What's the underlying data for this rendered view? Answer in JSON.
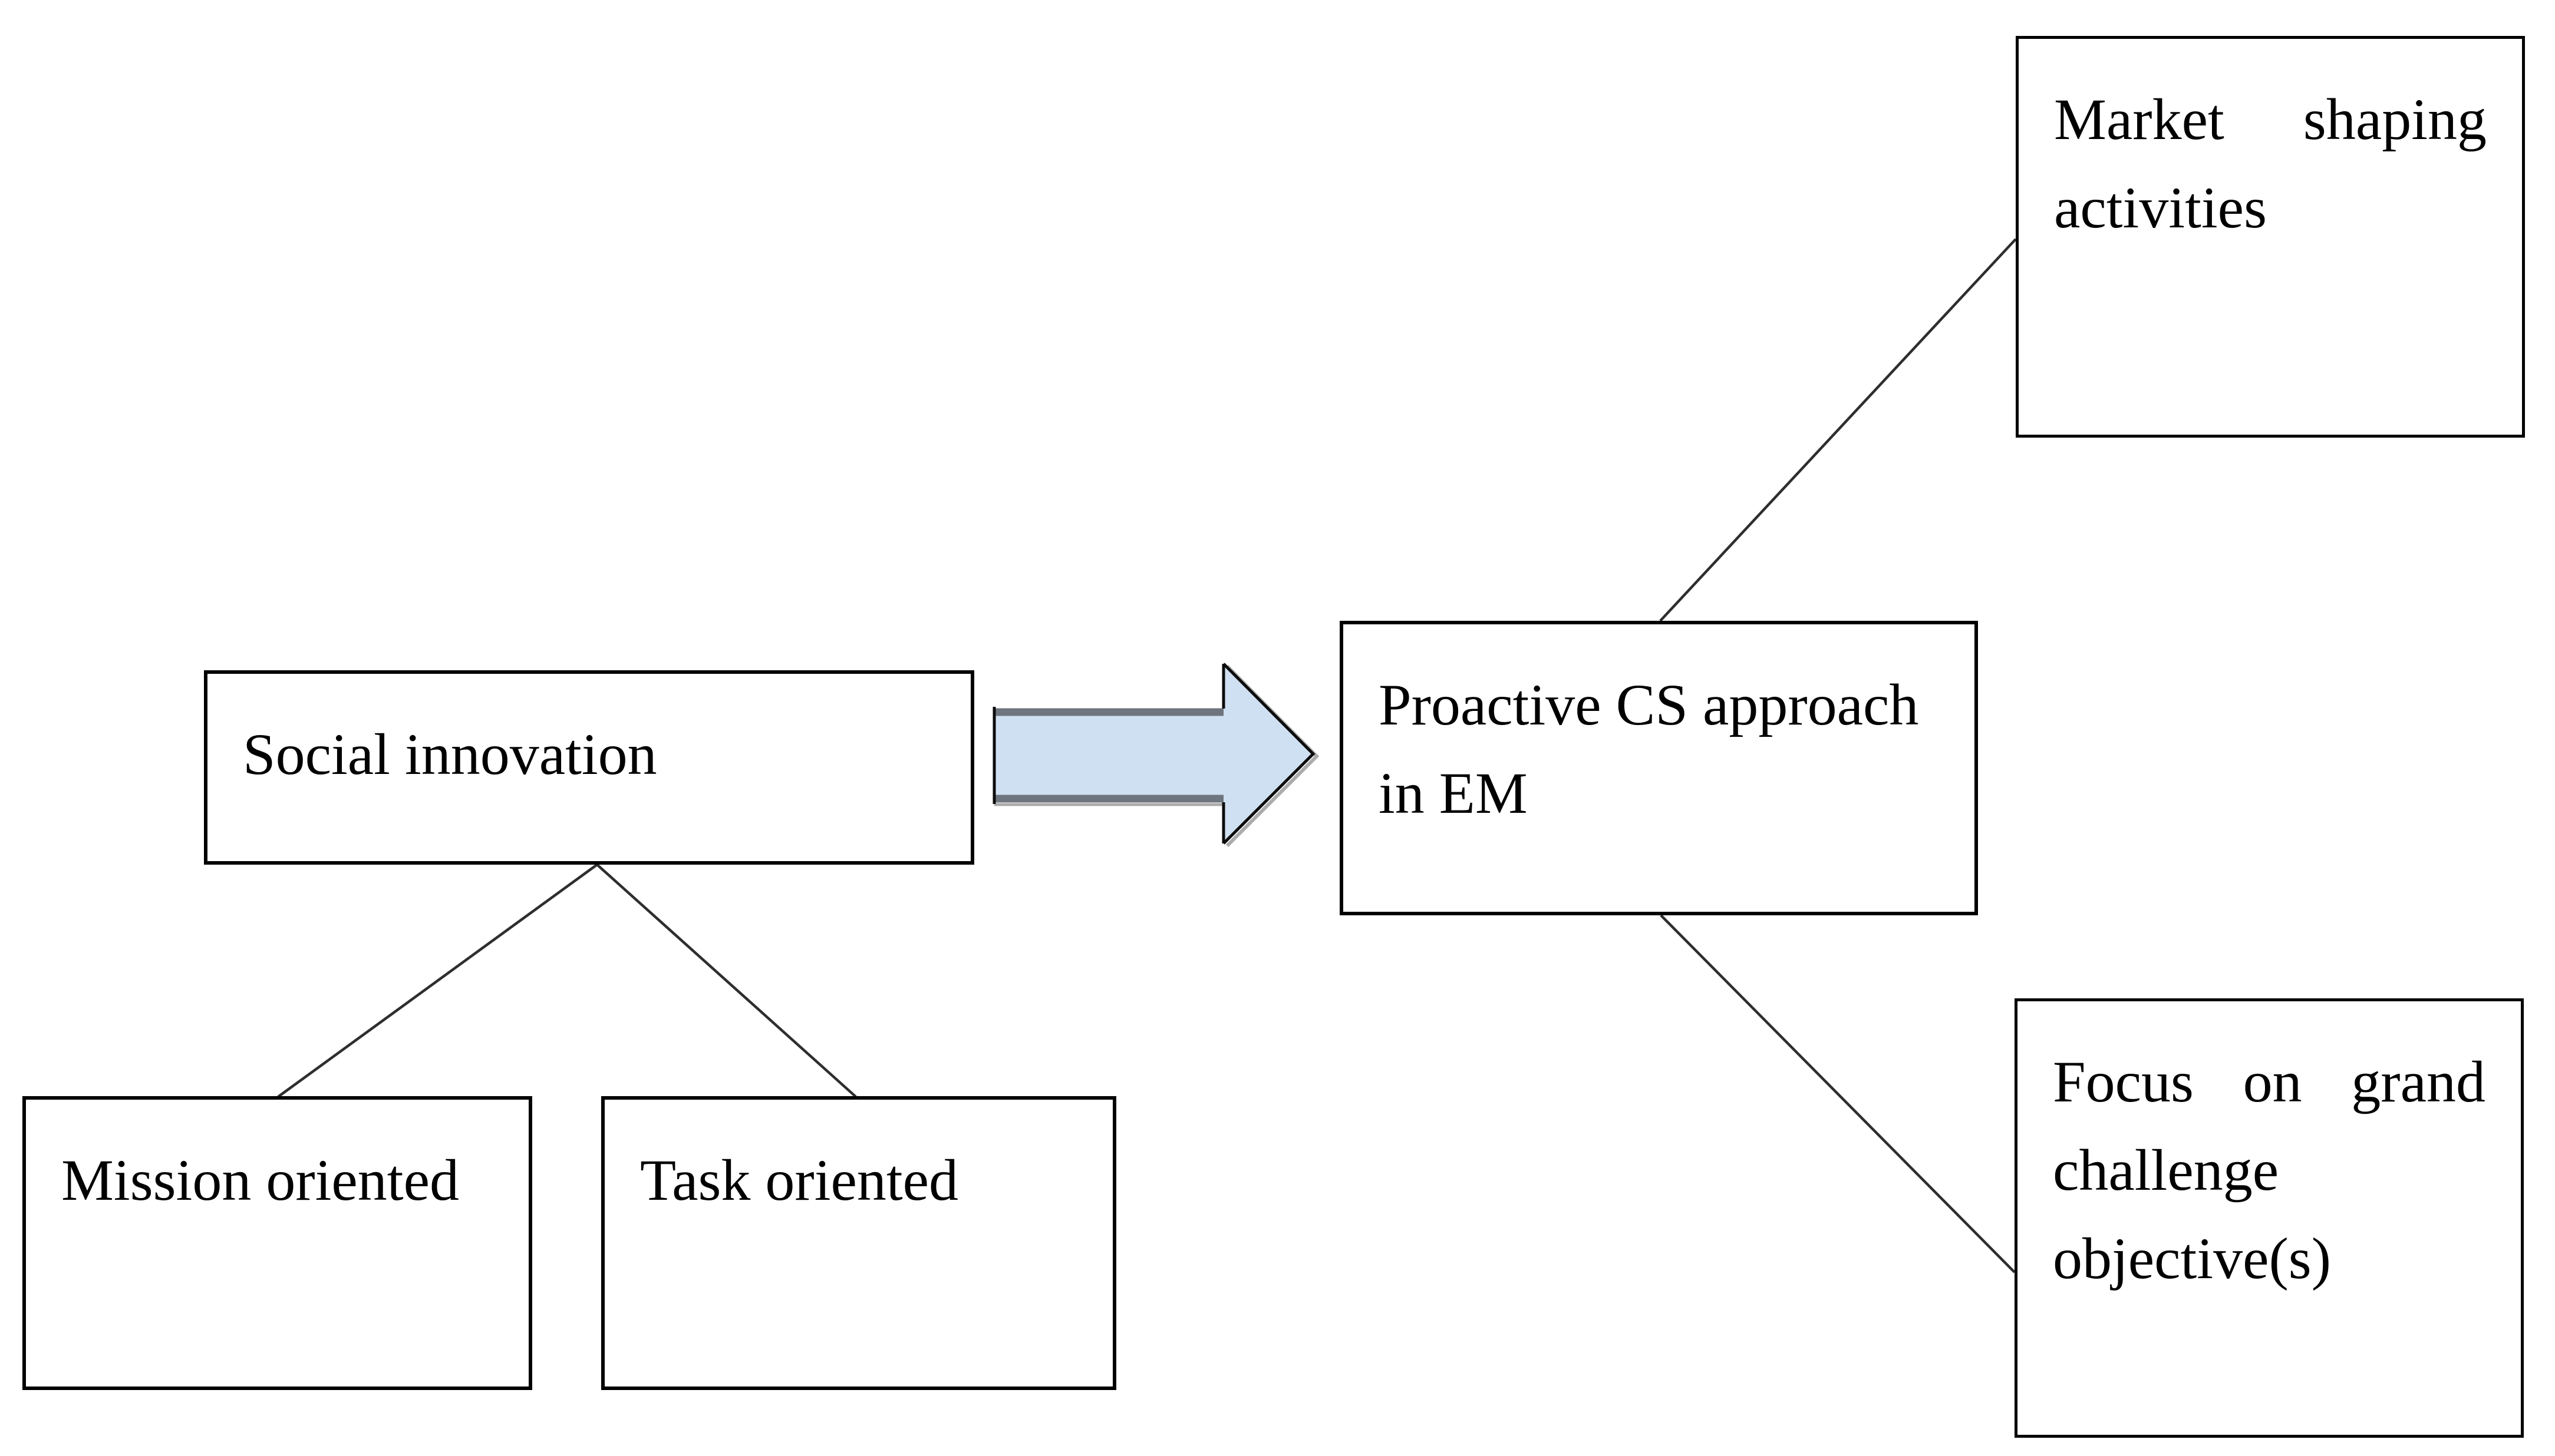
{
  "figure": {
    "background_color": "#ffffff",
    "border_color": "#000000",
    "text_color": "#000000",
    "connector_color": "#2e2e2e",
    "boxes": {
      "social_innovation": {
        "lines": [
          "Social innovation"
        ]
      },
      "proactive_cs": {
        "lines": [
          "Proactive CS approach",
          "in EM"
        ]
      },
      "market_shaping": {
        "lines": [
          "Market shaping",
          "activities"
        ]
      },
      "grand_challenge": {
        "lines": [
          "Focus on grand",
          "challenge",
          "objective(s)"
        ]
      },
      "mission_oriented": {
        "lines": [
          "Mission oriented"
        ]
      },
      "task_oriented": {
        "lines": [
          "Task oriented"
        ]
      }
    },
    "arrow": {
      "type": "block-arrow-right",
      "fill_color": "#cfe0f2",
      "shadow_color": "#6e757e",
      "shadow_light_color": "#ababab",
      "outline_color": "#0c0c0c"
    }
  }
}
